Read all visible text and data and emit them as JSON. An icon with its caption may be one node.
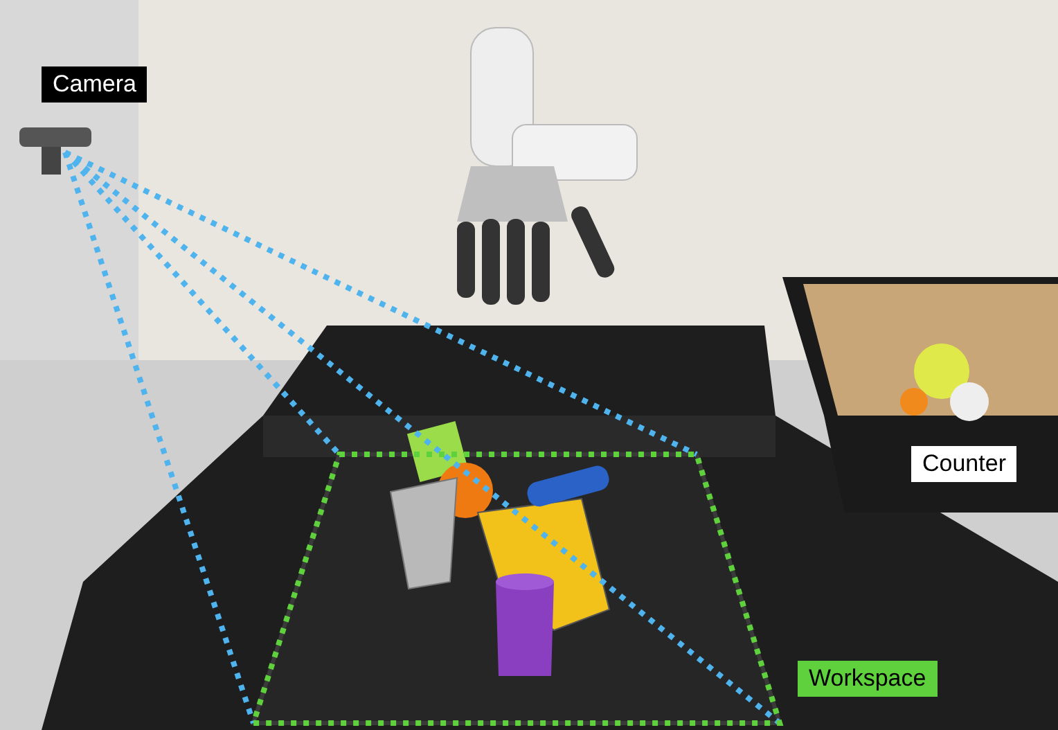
{
  "diagram": {
    "nodes": [
      {
        "text": [
          "Camera"
        ]
      },
      {
        "text": [
          "Counter"
        ]
      },
      {
        "text": [
          "Workspace"
        ]
      }
    ]
  }
}
